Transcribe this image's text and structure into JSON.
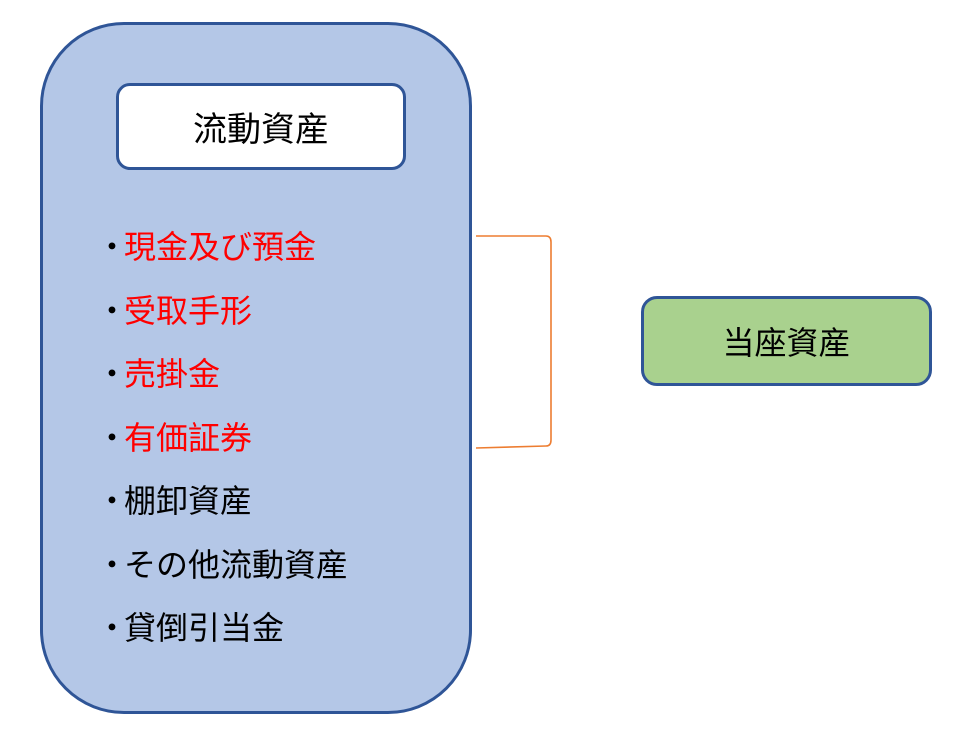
{
  "title": "流動資産",
  "bullet": "・",
  "items": [
    {
      "label": "現金及び預金",
      "highlight": true
    },
    {
      "label": "受取手形",
      "highlight": true
    },
    {
      "label": "売掛金",
      "highlight": true
    },
    {
      "label": "有価証券",
      "highlight": true
    },
    {
      "label": "棚卸資産",
      "highlight": false
    },
    {
      "label": "その他流動資産",
      "highlight": false
    },
    {
      "label": "貸倒引当金",
      "highlight": false
    }
  ],
  "target_label": "当座資産",
  "colors": {
    "panel_fill": "#b4c7e7",
    "panel_border": "#2f5597",
    "highlight_text": "#ff0000",
    "bracket": "#ed7d31",
    "target_fill": "#a9d18e"
  }
}
